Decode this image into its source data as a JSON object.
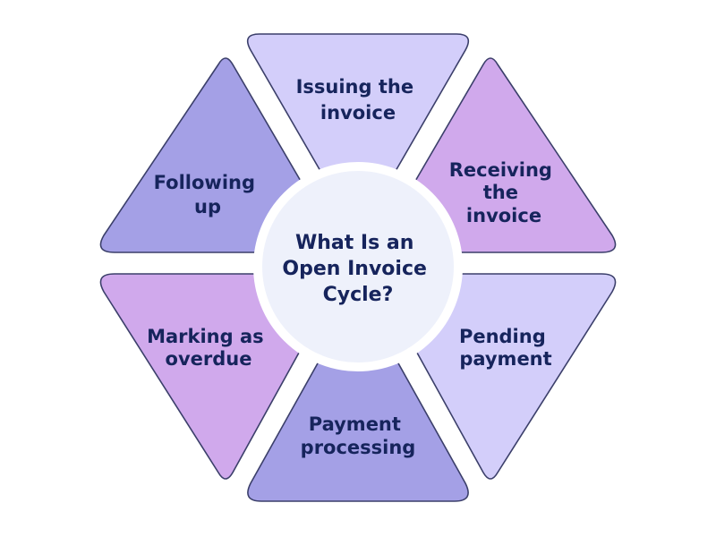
{
  "center": {
    "title_lines": [
      "What Is an",
      "Open Invoice",
      "Cycle?"
    ],
    "fill": "#eef1fb",
    "stroke": "#ffffff"
  },
  "segments": [
    {
      "id": "issuing",
      "lines": [
        "Issuing the",
        "invoice"
      ],
      "fill": "#d3cefa"
    },
    {
      "id": "receiving",
      "lines": [
        "Receiving",
        "the",
        "invoice"
      ],
      "fill": "#d0a9ec"
    },
    {
      "id": "pending",
      "lines": [
        "Pending",
        "payment"
      ],
      "fill": "#d3cefa"
    },
    {
      "id": "processing",
      "lines": [
        "Payment",
        "processing"
      ],
      "fill": "#a4a0e6"
    },
    {
      "id": "overdue",
      "lines": [
        "Marking as",
        "overdue"
      ],
      "fill": "#d0a9ec"
    },
    {
      "id": "following",
      "lines": [
        "Following",
        "up"
      ],
      "fill": "#a4a0e6"
    }
  ],
  "colors": {
    "text": "#16245c",
    "segment_stroke": "#3b3f6a",
    "background": "#ffffff"
  }
}
